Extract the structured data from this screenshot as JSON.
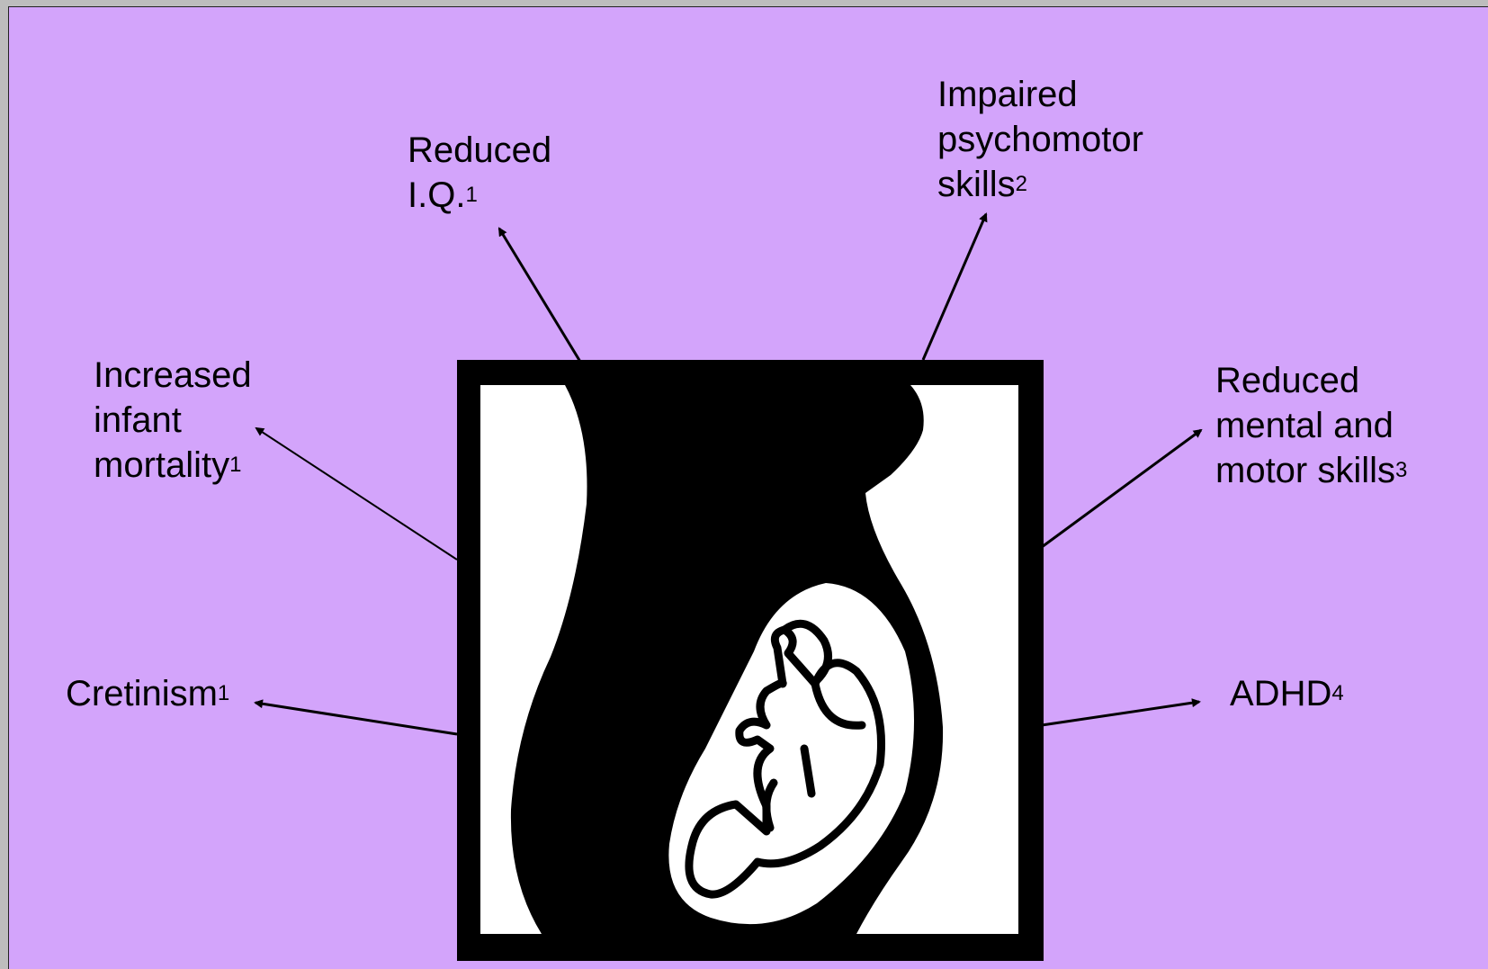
{
  "effects": {
    "reduced_iq": {
      "lines": [
        "Reduced",
        "I.Q."
      ],
      "footnote": "1"
    },
    "impaired_psychomotor": {
      "lines": [
        "Impaired",
        "psychomotor",
        "skills"
      ],
      "footnote": "2"
    },
    "infant_mortality": {
      "lines": [
        "Increased",
        "infant",
        "mortality"
      ],
      "footnote": "1"
    },
    "reduced_mental_motor": {
      "lines": [
        "Reduced",
        "mental and",
        "motor skills"
      ],
      "footnote": "3"
    },
    "cretinism": {
      "lines": [
        "Cretinism"
      ],
      "footnote": "1"
    },
    "adhd": {
      "lines": [
        "ADHD"
      ],
      "footnote": "4"
    }
  },
  "colors": {
    "background": "#d3a4fb",
    "silhouette": "#000000",
    "frame_inner": "#ffffff"
  },
  "central_image": "pregnant-woman-fetus-icon"
}
